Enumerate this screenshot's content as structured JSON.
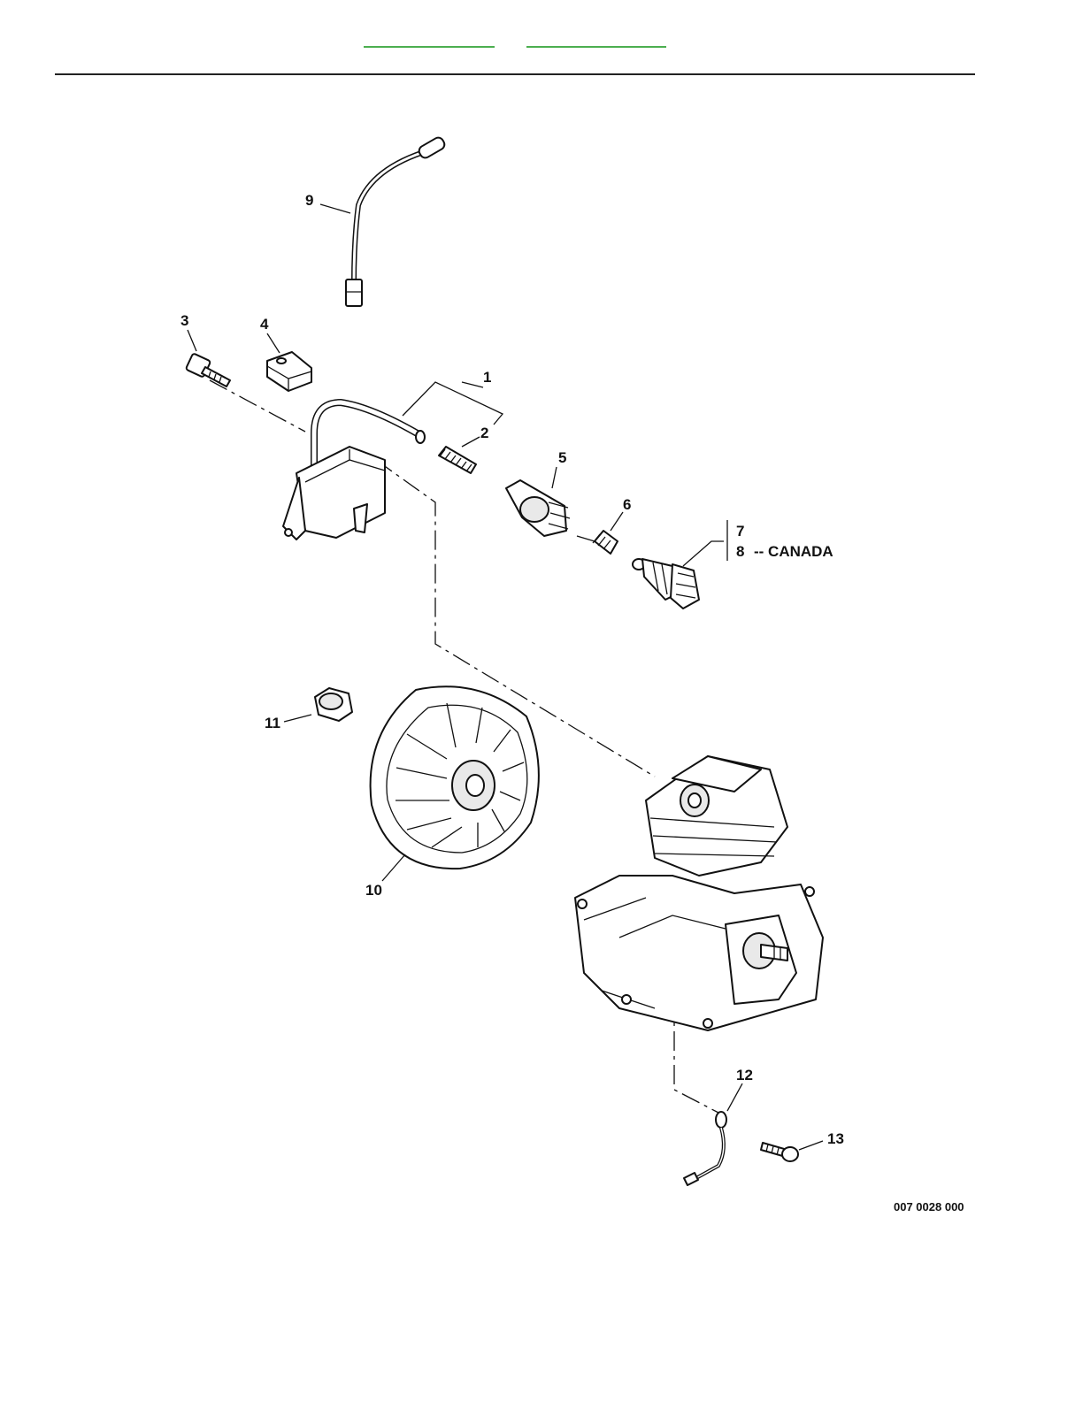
{
  "header": {
    "links": [
      {
        "label": ""
      },
      {
        "label": ""
      }
    ]
  },
  "diagram": {
    "callouts": {
      "c1": "1",
      "c2": "2",
      "c3": "3",
      "c4": "4",
      "c5": "5",
      "c6": "6",
      "c7": "7",
      "c8": "8",
      "c8_note": "-- CANADA",
      "c9": "9",
      "c10": "10",
      "c11": "11",
      "c12": "12",
      "c13": "13"
    },
    "figure_id": "007 0028 000"
  }
}
